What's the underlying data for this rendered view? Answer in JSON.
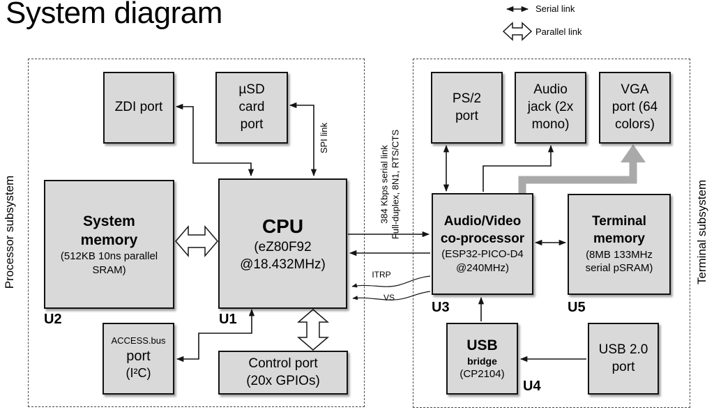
{
  "title": "System diagram",
  "legend": {
    "serial": "Serial link",
    "parallel": "Parallel link"
  },
  "subsystems": {
    "processor": "Processor subsystem",
    "terminal": "Terminal subsystem"
  },
  "blocks": {
    "zdi": {
      "label": "ZDI port"
    },
    "usd": {
      "label": "µSD\ncard\nport"
    },
    "sysmem": {
      "title": "System\nmemory",
      "subtitle": "(512KB 10ns parallel\nSRAM)",
      "ref": "U2"
    },
    "cpu": {
      "title": "CPU",
      "subtitle": "(eZ80F92\n@18.432MHz)",
      "ref": "U1"
    },
    "access": {
      "line1": "ACCESS.bus",
      "line2": "port",
      "line3": "(I²C)"
    },
    "control": {
      "label": "Control port\n(20x GPIOs)"
    },
    "ps2": {
      "label": "PS/2\nport"
    },
    "audio": {
      "label": "Audio\njack (2x\nmono)"
    },
    "vga": {
      "label": "VGA\nport (64\ncolors)"
    },
    "av": {
      "title": "Audio/Video\nco-processor",
      "subtitle": "(ESP32-PICO-D4\n@240MHz)",
      "ref": "U3"
    },
    "tmem": {
      "title": "Terminal\nmemory",
      "subtitle": "(8MB 133MHz\nserial pSRAM)",
      "ref": "U5"
    },
    "usb_bridge": {
      "line1": "USB",
      "line2": "bridge",
      "line3": "(CP2104)",
      "ref": "U4"
    },
    "usb2": {
      "label": "USB 2.0\nport"
    }
  },
  "connections": {
    "spi": "SPI link",
    "serial_384": "384 Kbps serial link\nFull-duplex, 8N1, RTS/CTS",
    "itrp": "ITRP",
    "vs": "VS"
  },
  "colors": {
    "box_fill": "#d9d9d9",
    "box_border": "#121212",
    "thick_arrow": "#a9a9a9"
  }
}
